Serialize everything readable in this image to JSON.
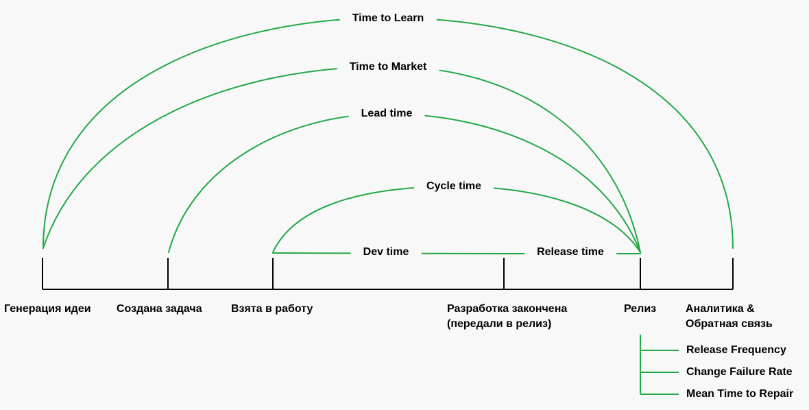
{
  "stages": [
    {
      "id": "idea",
      "label": "Генерация идеи"
    },
    {
      "id": "task",
      "label": "Создана задача"
    },
    {
      "id": "work",
      "label": "Взята в работу"
    },
    {
      "id": "dev_done",
      "label": "Разработка закончена\n(передали в релиз)"
    },
    {
      "id": "release",
      "label": "Релиз"
    },
    {
      "id": "analytics",
      "label": "Аналитика &\nОбратная связь"
    }
  ],
  "arcs": [
    {
      "id": "time_to_learn",
      "label": "Time to Learn",
      "from": "idea",
      "to": "analytics"
    },
    {
      "id": "time_to_market",
      "label": "Time to Market",
      "from": "idea",
      "to": "release"
    },
    {
      "id": "lead_time",
      "label": "Lead time",
      "from": "task",
      "to": "release"
    },
    {
      "id": "cycle_time",
      "label": "Cycle time",
      "from": "work",
      "to": "release"
    },
    {
      "id": "dev_time",
      "label": "Dev time",
      "from": "work",
      "to": "dev_done"
    },
    {
      "id": "release_time",
      "label": "Release time",
      "from": "dev_done",
      "to": "release"
    }
  ],
  "release_metrics": [
    {
      "label": "Release Frequency"
    },
    {
      "label": "Change Failure Rate"
    },
    {
      "label": "Mean Time to Repair"
    }
  ],
  "colors": {
    "accent": "#22a845",
    "line": "#000000",
    "background": "#f8f8f8"
  }
}
